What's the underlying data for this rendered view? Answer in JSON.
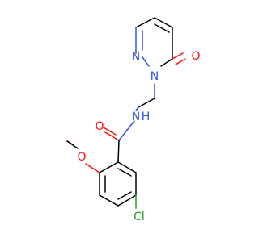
{
  "molecule": {
    "atoms": {
      "o_carbonyl_pyridazinone": {
        "label": "O",
        "color": "#ff0d0d"
      },
      "n_ring_1": {
        "label": "N",
        "color": "#3050f8"
      },
      "n_ring_2": {
        "label": "N",
        "color": "#3050f8"
      },
      "o_amide": {
        "label": "O",
        "color": "#ff0d0d"
      },
      "n_amide_n": {
        "label": "N",
        "color": "#3050f8"
      },
      "n_amide_h": {
        "label": "H",
        "color": "#3050f8"
      },
      "o_methoxy": {
        "label": "O",
        "color": "#ff0d0d"
      },
      "cl": {
        "label": "Cl",
        "color": "#1fa01f"
      }
    },
    "colors": {
      "bond": "#000000",
      "oxygen": "#ff0d0d",
      "nitrogen": "#3050f8",
      "chlorine": "#1fa01f"
    }
  }
}
